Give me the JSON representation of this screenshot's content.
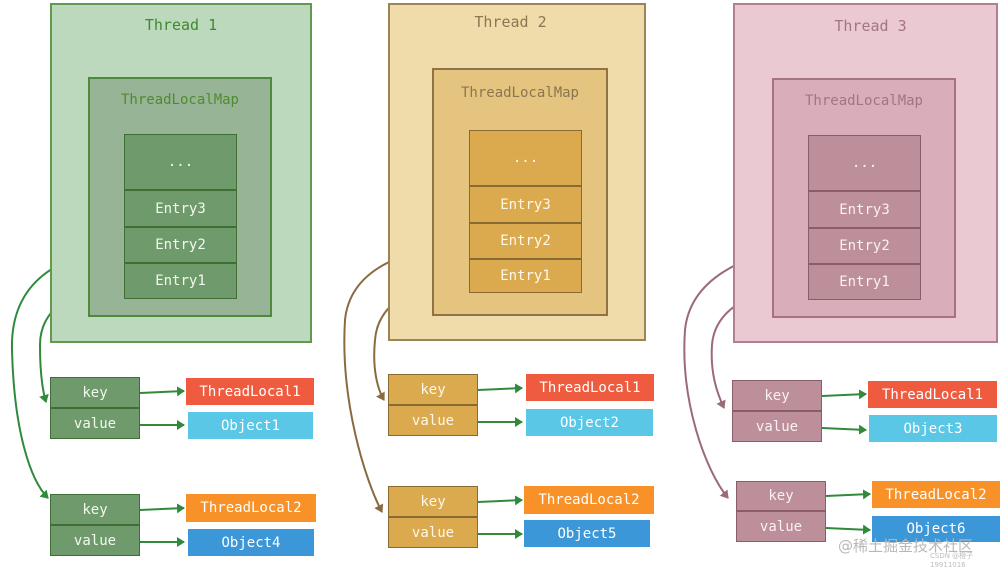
{
  "colors": {
    "thread1": "#bcd8bd",
    "thread2": "#f0dcaa",
    "thread3": "#ebc9d3",
    "threadlocal_red": "#ef5b3f",
    "threadlocal_orange": "#f79128",
    "object_cyan": "#5ac7e6",
    "object_blue": "#3c97d8"
  },
  "threads": [
    {
      "title": "Thread 1",
      "map_title": "ThreadLocalMap",
      "entries": [
        "...",
        "Entry3",
        "Entry2",
        "Entry1"
      ],
      "pairs": [
        {
          "key": "key",
          "value": "value",
          "thread_local": "ThreadLocal1",
          "object": "Object1"
        },
        {
          "key": "key",
          "value": "value",
          "thread_local": "ThreadLocal2",
          "object": "Object4"
        }
      ]
    },
    {
      "title": "Thread 2",
      "map_title": "ThreadLocalMap",
      "entries": [
        "...",
        "Entry3",
        "Entry2",
        "Entry1"
      ],
      "pairs": [
        {
          "key": "key",
          "value": "value",
          "thread_local": "ThreadLocal1",
          "object": "Object2"
        },
        {
          "key": "key",
          "value": "value",
          "thread_local": "ThreadLocal2",
          "object": "Object5"
        }
      ]
    },
    {
      "title": "Thread 3",
      "map_title": "ThreadLocalMap",
      "entries": [
        "...",
        "Entry3",
        "Entry2",
        "Entry1"
      ],
      "pairs": [
        {
          "key": "key",
          "value": "value",
          "thread_local": "ThreadLocal1",
          "object": "Object3"
        },
        {
          "key": "key",
          "value": "value",
          "thread_local": "ThreadLocal2",
          "object": "Object6"
        }
      ]
    }
  ],
  "watermark": "@稀土掘金技术社区",
  "watermark_small": "CSDN @橙子19911016"
}
